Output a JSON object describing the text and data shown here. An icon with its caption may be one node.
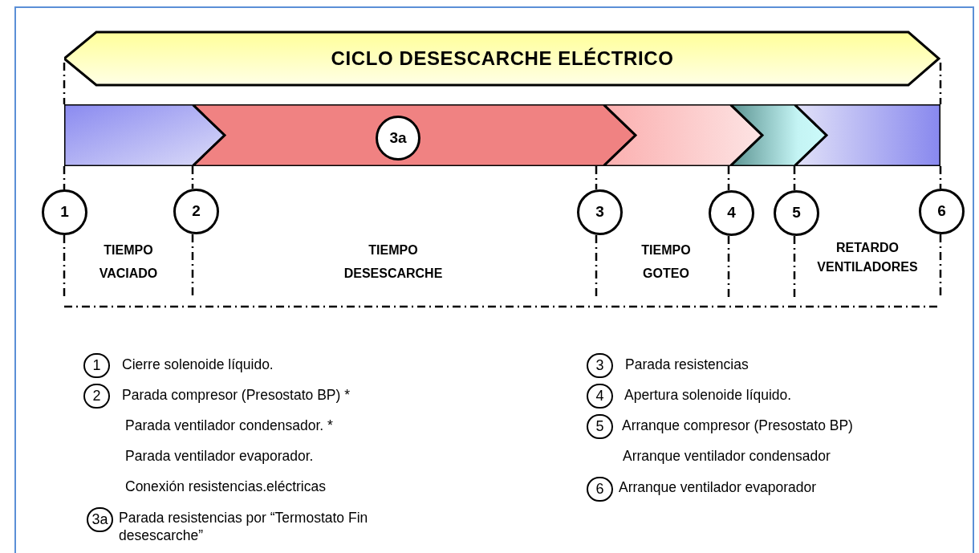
{
  "diagram": {
    "nodes": [
      {
        "text": [
          "CICLO DESESCARCHE ELÉCTRICO"
        ]
      },
      {
        "text": [],
        "shape": "chevron"
      },
      {
        "text": [],
        "shape": "chevron"
      },
      {
        "text": [],
        "shape": "chevron"
      },
      {
        "text": [],
        "shape": "chevron"
      },
      {
        "text": [],
        "shape": "chevron"
      },
      {
        "text": [
          "3a"
        ],
        "in": 2
      },
      {
        "text": [
          "1"
        ]
      },
      {
        "text": [
          "2"
        ]
      },
      {
        "text": [
          "3"
        ]
      },
      {
        "text": [
          "4"
        ]
      },
      {
        "text": [
          "5"
        ]
      },
      {
        "text": [
          "6"
        ]
      },
      {
        "text": [
          "1"
        ],
        "beside": [
          "Cierre solenoide líquido."
        ]
      },
      {
        "text": [
          "2"
        ],
        "beside": [
          "Parada compresor (Presostato BP) *",
          "Parada ventilador condensador. *",
          "Parada ventilador evaporador.",
          "Conexión resistencias.eléctricas"
        ]
      },
      {
        "text": [
          "3a"
        ],
        "beside": [
          "Parada resistencias por “Termostato Fin desescarche”"
        ]
      },
      {
        "text": [
          "3"
        ],
        "beside": [
          "Parada resistencias"
        ]
      },
      {
        "text": [
          "4"
        ],
        "beside": [
          "Apertura solenoide líquido."
        ]
      },
      {
        "text": [
          "5"
        ],
        "beside": [
          "Arranque compresor (Presostato BP)",
          "Arranque ventilador condensador"
        ]
      },
      {
        "text": [
          "6"
        ],
        "beside": [
          "Arranque ventilador evaporador"
        ]
      }
    ],
    "edges": [],
    "labels": [
      "TIEMPO VACIADO",
      "TIEMPO DESESCARCHE",
      "TIEMPO GOTEO",
      "RETARDO VENTILADORES"
    ]
  }
}
